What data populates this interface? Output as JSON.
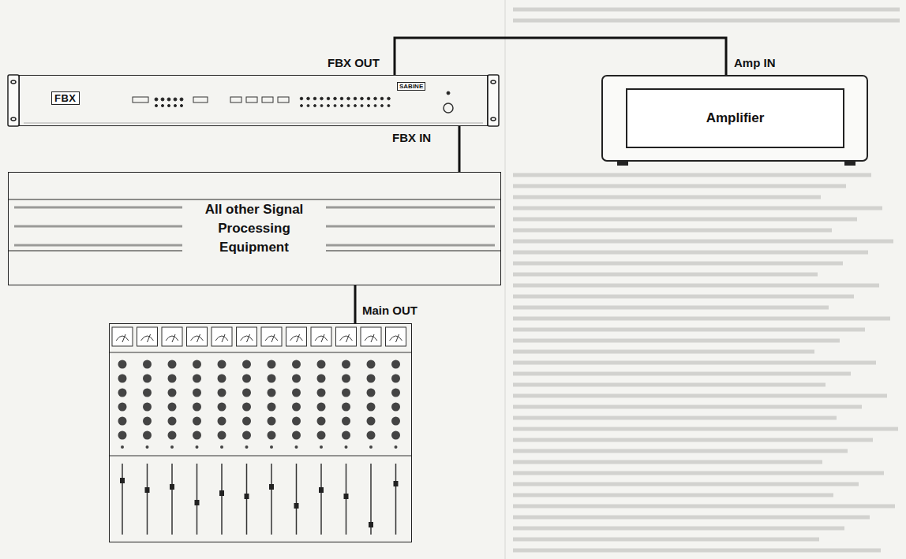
{
  "diagram": {
    "nodes": [
      {
        "text": [
          "FBX",
          "SABINE"
        ]
      },
      {
        "text": [
          "Amplifier"
        ]
      },
      {
        "text": [
          "All other Signal Processing Equipment"
        ]
      },
      {
        "text": [
          "Main OUT"
        ]
      }
    ],
    "edges": [
      {
        "from": 3,
        "to": 2,
        "arrow": "none"
      },
      {
        "from": 2,
        "to": 0,
        "arrow": "none"
      },
      {
        "from": 0,
        "to": 1,
        "arrow": "none"
      }
    ],
    "labels": [
      "FBX OUT",
      "Amp IN",
      "FBX IN"
    ]
  }
}
